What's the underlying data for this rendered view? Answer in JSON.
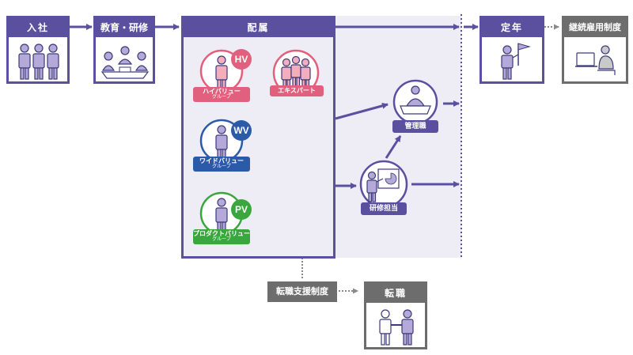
{
  "stages": {
    "joining": "入社",
    "training": "教育・研修",
    "assignment": "配属",
    "retirement": "定年",
    "reemployment": "継続雇用制度",
    "transfer": "転職"
  },
  "groups": {
    "hv": {
      "badge": "HV",
      "label": "ハイバリュー",
      "sub": "グループ"
    },
    "wv": {
      "badge": "WV",
      "label": "ワイドバリュー",
      "sub": "グループ"
    },
    "pv": {
      "badge": "PV",
      "label": "プロダクトバリュー",
      "sub": "グループ"
    }
  },
  "roles": {
    "expert": "エキスパート",
    "manager": "管理職",
    "trainer": "研修担当"
  },
  "support": "転職支援制度",
  "colors": {
    "purple": "#5b4fa0",
    "gray": "#6d6d6d",
    "hv": "#e0607e",
    "wv": "#2b5aa8",
    "pv": "#3aa63e",
    "panel": "#eeedf6"
  }
}
